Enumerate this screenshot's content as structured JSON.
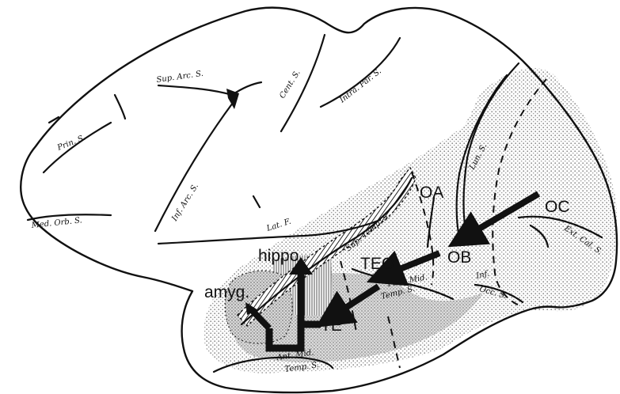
{
  "labels": {
    "sulci": {
      "sup_arc": "Sup. Arc. S.",
      "cent": "Cent. S.",
      "intra_par": "Intra. Par. S.",
      "prin": "Prin. S.",
      "inf_arc": "Inf. Arc. S.",
      "lun": "Lun. S.",
      "med_orb": "Med. Orb. S.",
      "lat_f": "Lat. F.",
      "sup_temp": "Sup. Temp. S.",
      "post_mid_temp_1": "Post. Mid.",
      "post_mid_temp_2": "Temp. S.",
      "ext_cal": "Ext. Cal. S.",
      "inf_occ_1": "Inf.",
      "inf_occ_2": "Occ. S.",
      "ant_mid_temp_1": "Ant. Mid.",
      "ant_mid_temp_2": "Temp. S."
    },
    "areas": {
      "oc": "OC",
      "oa": "OA",
      "ob": "OB",
      "teo": "TEO",
      "te": "TE",
      "hippo": "hippo.",
      "amyg": "amyg."
    }
  },
  "colors": {
    "ink": "#111111",
    "paper": "#ffffff",
    "stipple": "#9a9a9a"
  }
}
